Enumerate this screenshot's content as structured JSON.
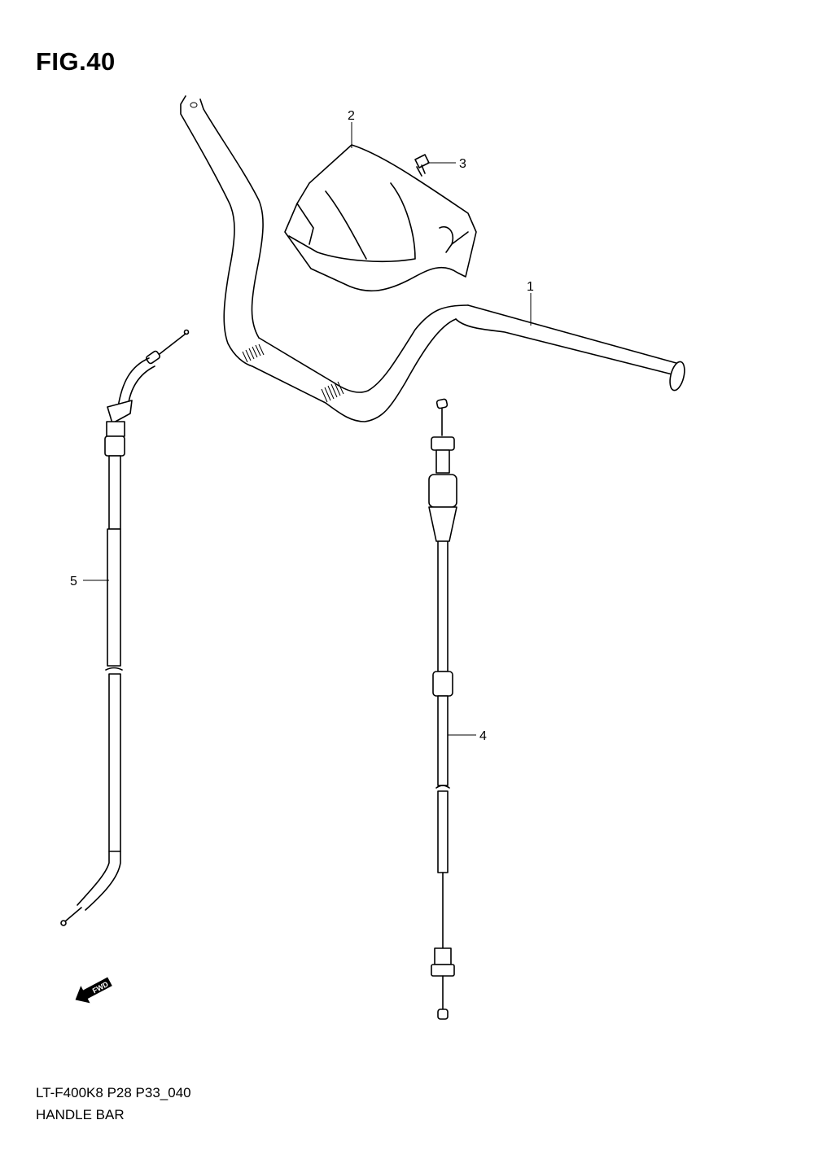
{
  "figure": {
    "title": "FIG.40",
    "model_code": "LT-F400K8 P28 P33_040",
    "name": "HANDLE BAR"
  },
  "parts": [
    {
      "ref": "1"
    },
    {
      "ref": "2"
    },
    {
      "ref": "3"
    },
    {
      "ref": "4"
    },
    {
      "ref": "5"
    }
  ],
  "direction_marker": {
    "label": "FWD",
    "icon": "forward-arrow-icon"
  },
  "colors": {
    "line": "#000000",
    "background": "#ffffff"
  }
}
